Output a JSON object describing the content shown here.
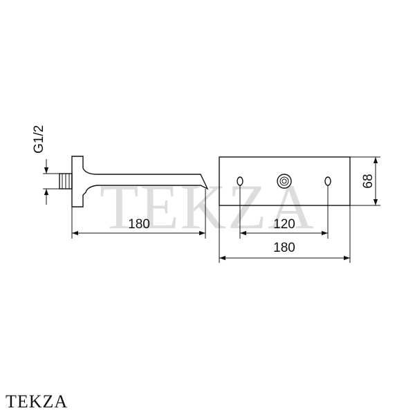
{
  "drawing": {
    "thread_label": "G1/2",
    "side_view_length": "180",
    "plate_hole_spacing": "120",
    "plate_width": "180",
    "plate_height": "68"
  },
  "watermark": "TEKZA",
  "brand": "TEKZA"
}
